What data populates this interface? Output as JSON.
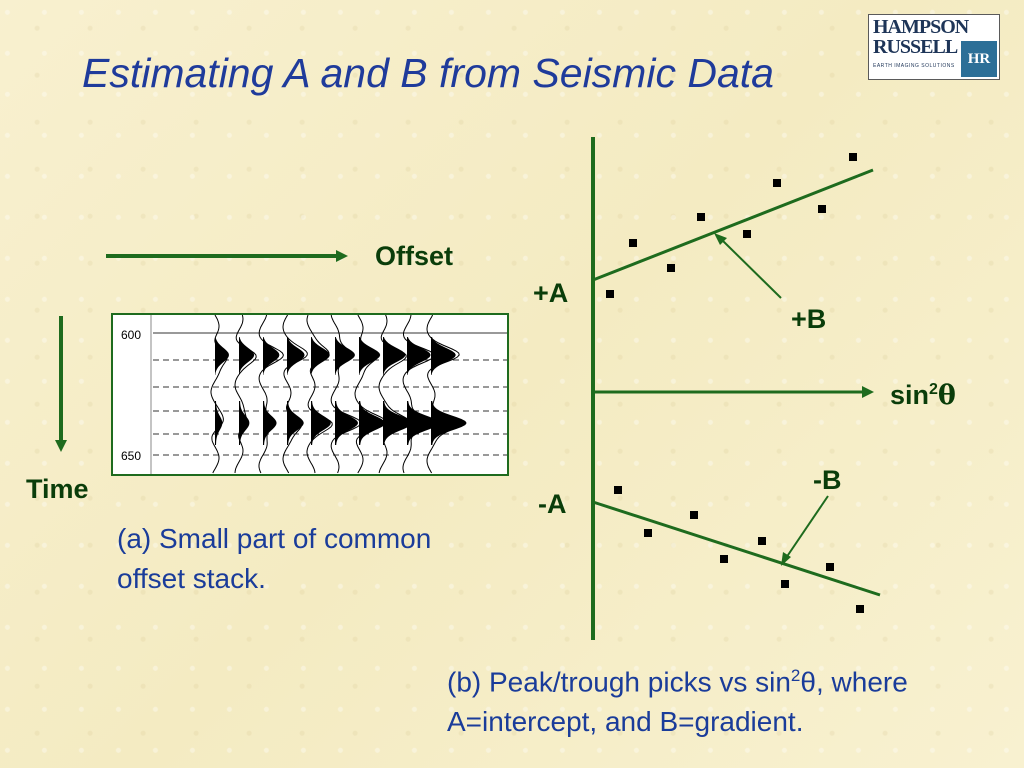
{
  "title": "Estimating A and B from Seismic Data",
  "logo": {
    "line1": "HAMPSON",
    "line2": "RUSSELL",
    "tagline": "EARTH IMAGING SOLUTIONS",
    "mark": "HR"
  },
  "left_panel": {
    "offset_label": "Offset",
    "time_label": "Time",
    "tick_600": "600",
    "tick_650": "650",
    "caption_line1": "(a) Small part of common",
    "caption_line2": "offset stack."
  },
  "right_panel": {
    "plus_a": "+A",
    "minus_a": "-A",
    "plus_b": "+B",
    "minus_b": "-B",
    "x_axis_base": "sin",
    "x_axis_sup": "2",
    "x_axis_theta": "θ",
    "caption_line1_pre": "(b) Peak/trough picks vs sin",
    "caption_line1_sup": "2",
    "caption_line1_post": "θ, where",
    "caption_line2": "A=intercept, and B=gradient."
  },
  "colors": {
    "title": "#1f3b9b",
    "axis_green": "#1e6b1e",
    "label_green": "#0a3d0a",
    "caption_blue": "#1a3c9a"
  }
}
